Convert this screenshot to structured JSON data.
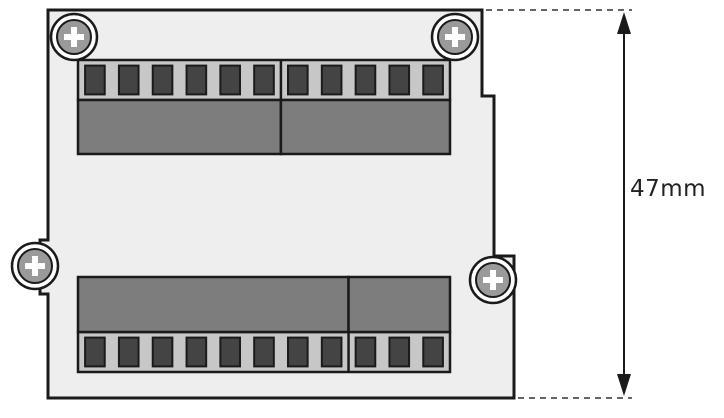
{
  "dimension": {
    "label": "47mm"
  },
  "colors": {
    "board_fill": "#eeeeee",
    "outline": "#1a1a1a",
    "block_fill": "#7d7d7d",
    "pin_fill": "#444444",
    "pin_strip": "#c7c7c7",
    "screw_ring": "#ffffff",
    "screw_head": "#9a9a9a",
    "screw_cross": "#ffffff"
  },
  "terminal_blocks": {
    "top": {
      "groups": [
        6,
        5
      ]
    },
    "bottom": {
      "groups": [
        8,
        3
      ]
    }
  },
  "screws": [
    "top-left",
    "top-right",
    "middle-left",
    "middle-right"
  ]
}
